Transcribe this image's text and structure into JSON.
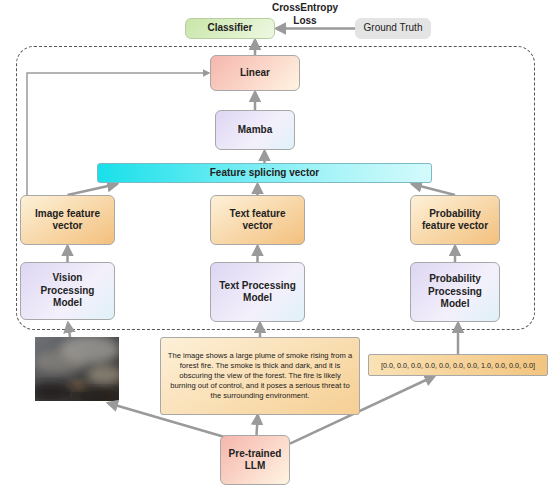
{
  "diagram": {
    "nodes": [
      {
        "text": [
          "Classifier"
        ]
      },
      {
        "text": [
          "Ground Truth"
        ]
      },
      {
        "text": [
          "Linear"
        ]
      },
      {
        "text": [
          "Mamba"
        ]
      },
      {
        "text": [
          "Feature splicing vector"
        ]
      },
      {
        "text": [
          "Image feature vector"
        ]
      },
      {
        "text": [
          "Text feature vector"
        ]
      },
      {
        "text": [
          "Probability feature vector"
        ]
      },
      {
        "text": [
          "Vision Processing Model"
        ]
      },
      {
        "text": [
          "Text Processing Model"
        ]
      },
      {
        "text": [
          "Probability Processing Model"
        ]
      },
      {
        "text": [
          "The image shows a large plume of smoke rising from a forest fire. The smoke is thick and dark, and it is obscuring the view of the forest. The fire is likely burning out of control, and it poses a serious threat to the surrounding environment."
        ]
      },
      {
        "text": [
          "[0.0, 0.0, 0.0, 0.0, 0.0, 0.0, 0.0, 1.0, 0.0, 0.0, 0.0]"
        ]
      },
      {
        "text": [
          "Pre-trained LLM"
        ]
      }
    ],
    "edges": [
      {
        "from": 1,
        "to": 0,
        "arrow": "to"
      },
      {
        "from": 2,
        "to": 0,
        "arrow": "to"
      },
      {
        "from": 3,
        "to": 2,
        "arrow": "to"
      },
      {
        "from": 4,
        "to": 3,
        "arrow": "to"
      },
      {
        "from": 5,
        "to": 4,
        "arrow": "to"
      },
      {
        "from": 6,
        "to": 4,
        "arrow": "to"
      },
      {
        "from": 7,
        "to": 4,
        "arrow": "to"
      },
      {
        "from": 8,
        "to": 5,
        "arrow": "to"
      },
      {
        "from": 9,
        "to": 6,
        "arrow": "to"
      },
      {
        "from": 10,
        "to": 7,
        "arrow": "to"
      },
      {
        "from": 5,
        "to": 2,
        "arrow": "to"
      },
      {
        "from": 11,
        "to": 9,
        "arrow": "to"
      },
      {
        "from": 12,
        "to": 10,
        "arrow": "to"
      },
      {
        "from": 13,
        "to": 11,
        "arrow": "to"
      },
      {
        "from": 13,
        "to": 12,
        "arrow": "to"
      }
    ],
    "labels": [
      "CrossEntropy Loss"
    ]
  }
}
